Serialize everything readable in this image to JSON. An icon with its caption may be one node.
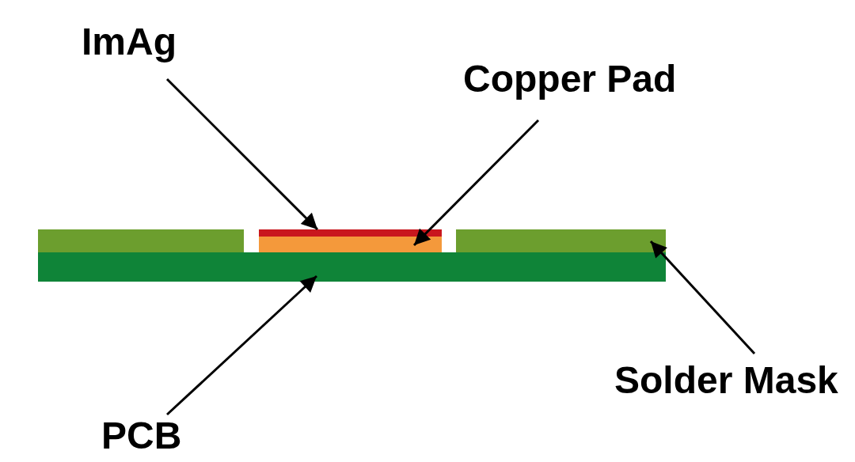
{
  "diagram": {
    "nodes": [
      {
        "text": [
          "ImAg"
        ]
      },
      {
        "text": [
          "Copper Pad"
        ]
      },
      {
        "text": [],
        "shape": "bar"
      },
      {
        "text": [],
        "shape": "bar"
      },
      {
        "text": [],
        "shape": "bar"
      },
      {
        "text": [],
        "shape": "bar"
      },
      {
        "text": [],
        "shape": "bar"
      },
      {
        "text": [
          "Solder Mask"
        ]
      },
      {
        "text": [
          "PCB"
        ]
      }
    ],
    "edges": [
      {
        "from": 0,
        "to": 3,
        "arrow": "to"
      },
      {
        "from": 1,
        "to": 4,
        "arrow": "to"
      },
      {
        "from": 7,
        "to": 5,
        "arrow": "to"
      },
      {
        "from": 8,
        "to": 6,
        "arrow": "to"
      }
    ]
  }
}
